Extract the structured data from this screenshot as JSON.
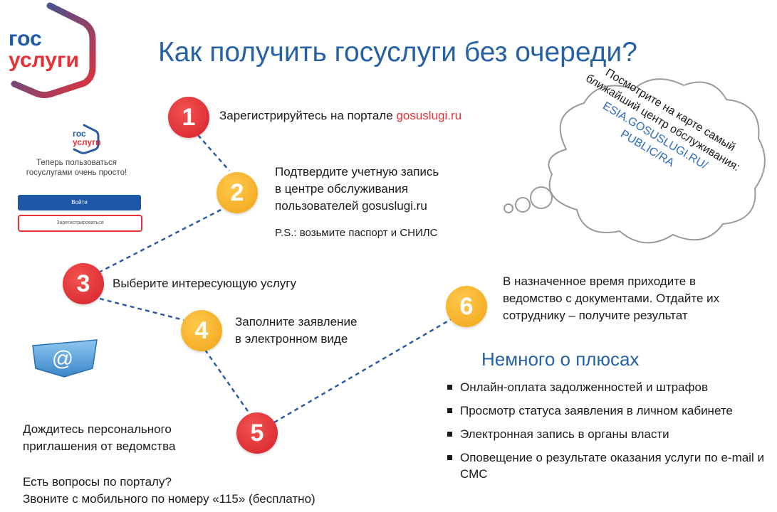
{
  "logo": {
    "line1": "гос",
    "line2": "услуги"
  },
  "title": "Как получить госуслуги без очереди?",
  "phone": {
    "logo_line1": "гос",
    "logo_line2": "услуги",
    "message": "Теперь пользоваться госуслугами очень просто!",
    "login_button": "Войти",
    "register_button": "Зарегистрироваться"
  },
  "steps": [
    {
      "number": "1",
      "text": "Зарегистрируйтесь на портале ",
      "link": "gosuslugi.ru"
    },
    {
      "number": "2",
      "line1": "Подтвердите учетную запись",
      "line2": "в центре обслуживания",
      "line3": "пользователей gosuslugi.ru",
      "note": "P.S.: возьмите паспорт и СНИЛС"
    },
    {
      "number": "3",
      "text": "Выберите интересующую услугу"
    },
    {
      "number": "4",
      "line1": "Заполните заявление",
      "line2": "в электронном виде"
    },
    {
      "number": "5",
      "line1": "Дождитесь персонального",
      "line2": "приглашения от ведомства"
    },
    {
      "number": "6",
      "line1": "В назначенное время приходите в",
      "line2": "ведомство с документами. Отдайте их",
      "line3": "сотруднику – получите результат"
    }
  ],
  "cloud": {
    "line1": "Посмотрите на карте самый",
    "line2": "ближайший центр обслуживания:",
    "line3": "ESIA.GOSUSLUGI.RU/",
    "line4": "PUBLIC/RA"
  },
  "pluses": {
    "title": "Немного о плюсах",
    "items": [
      "Онлайн-оплата задолженностей и штрафов",
      "Просмотр статуса заявления в личном кабинете",
      "Электронная запись в органы власти",
      "Оповещение о результате оказания услуги по e-mail и СМС"
    ]
  },
  "contact": {
    "line1": "Есть вопросы по порталу?",
    "line2": "Звоните с мобильного по номеру «115» (бесплатно)"
  },
  "at_icon": "@",
  "colors": {
    "blue": "#2661a5",
    "red": "#e63138",
    "yellow": "#f0a317",
    "dash": "#2a5da0"
  },
  "icons": [
    "gosuslugi-logo",
    "email-at-icon",
    "cloud-bubble"
  ]
}
